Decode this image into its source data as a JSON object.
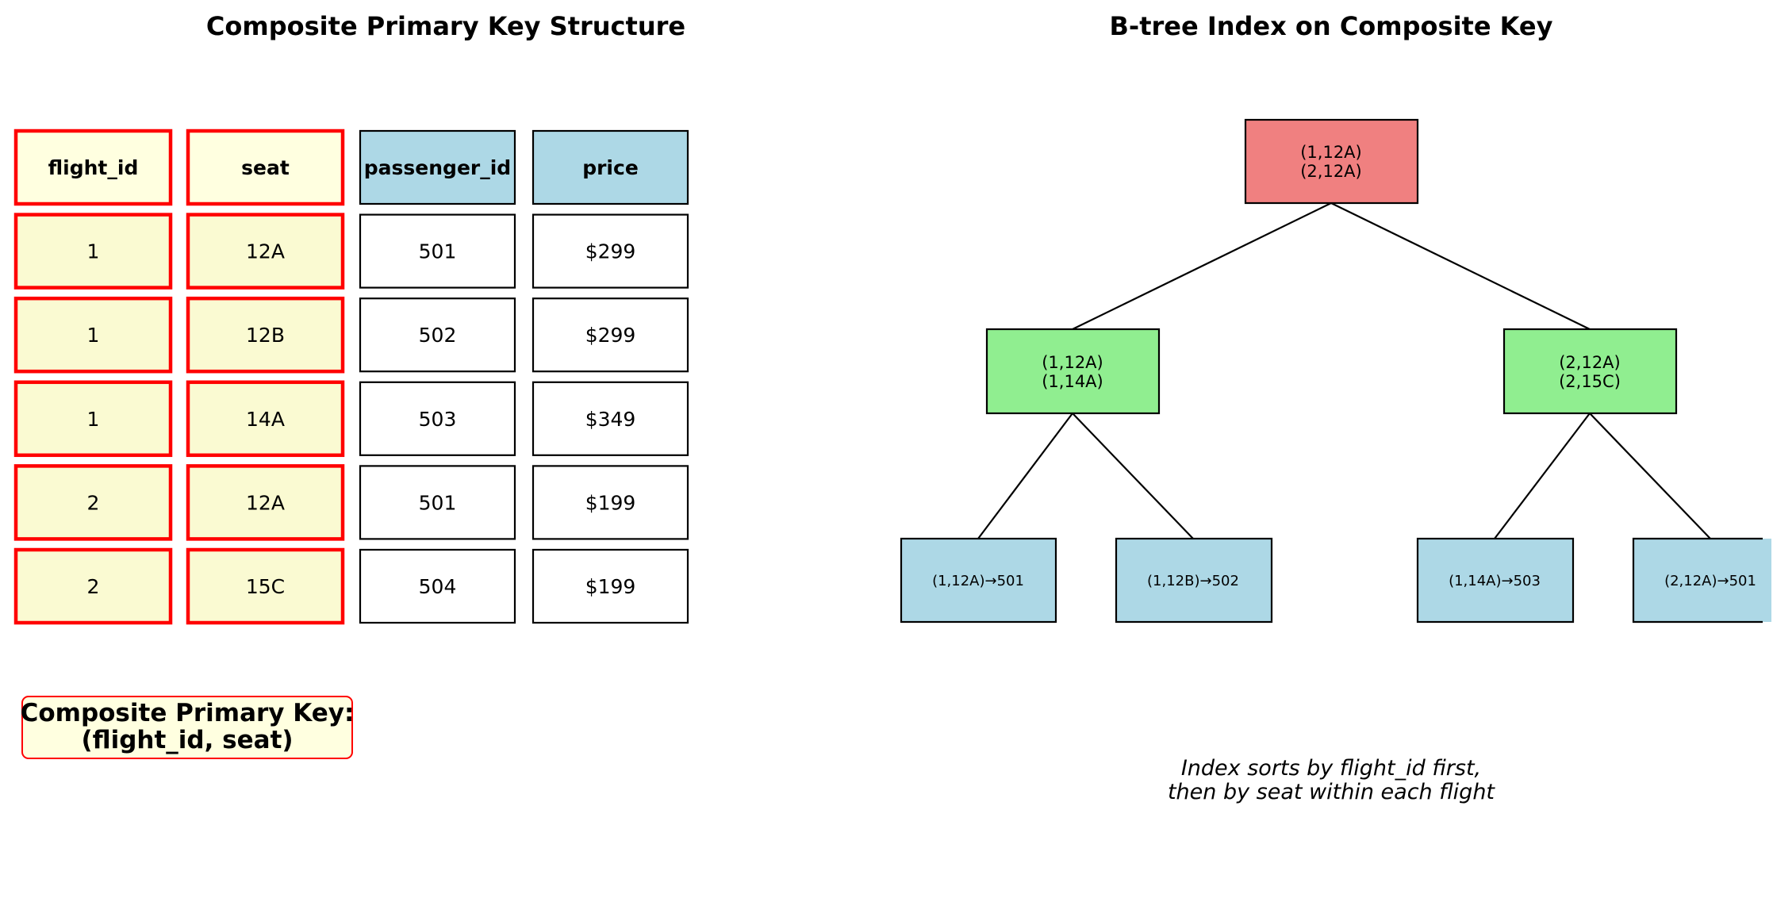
{
  "left_title": "Composite Primary Key Structure",
  "right_title": "B-tree Index on Composite Key",
  "table": {
    "columns": [
      {
        "label": "flight_id",
        "is_key": true
      },
      {
        "label": "seat",
        "is_key": true
      },
      {
        "label": "passenger_id",
        "is_key": false
      },
      {
        "label": "price",
        "is_key": false
      }
    ],
    "rows": [
      [
        "1",
        "12A",
        "501",
        "$299"
      ],
      [
        "1",
        "12B",
        "502",
        "$299"
      ],
      [
        "1",
        "14A",
        "503",
        "$349"
      ],
      [
        "2",
        "12A",
        "501",
        "$199"
      ],
      [
        "2",
        "15C",
        "504",
        "$199"
      ]
    ]
  },
  "key_label": {
    "line1": "Composite Primary Key:",
    "line2": "(flight_id, seat)"
  },
  "tree": {
    "root": {
      "lines": [
        "(1,12A)",
        "(2,12A)"
      ]
    },
    "internal": [
      {
        "lines": [
          "(1,12A)",
          "(1,14A)"
        ]
      },
      {
        "lines": [
          "(2,12A)",
          "(2,15C)"
        ]
      }
    ],
    "leaves": [
      "(1,12A)→501",
      "(1,12B)→502",
      "(1,14A)→503",
      "(2,12A)→501"
    ]
  },
  "note": {
    "line1": "Index sorts by flight_id first,",
    "line2": "then by seat within each flight"
  },
  "colors": {
    "key_border": "#ff0000",
    "key_header_fill": "#ffffe0",
    "key_cell_fill": "#fafad2",
    "header_fill": "#add8e6",
    "cell_fill": "#ffffff",
    "root_fill": "#f08080",
    "internal_fill": "#90ee90",
    "leaf_fill": "#add8e6"
  }
}
